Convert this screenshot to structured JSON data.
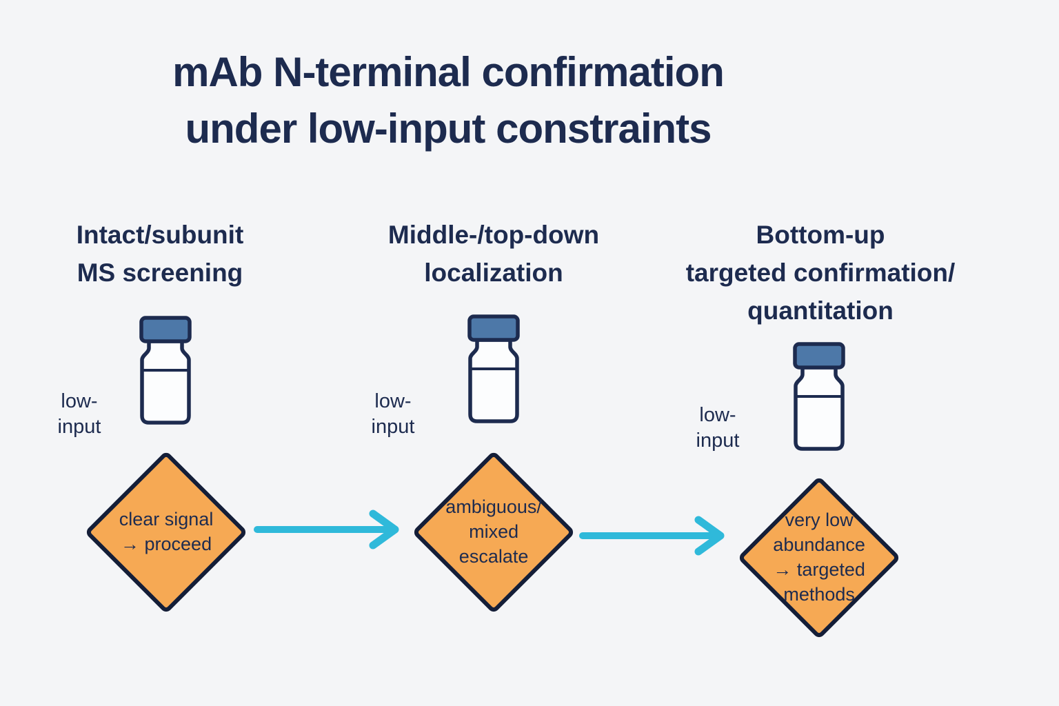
{
  "title": "mAb N-terminal confirmation\nunder low-input constraints",
  "stages": [
    {
      "heading": "Intact/subunit\nMS screening",
      "input_label": "low-\ninput",
      "decision": "clear signal\n→ proceed"
    },
    {
      "heading": "Middle-/top-down\nlocalization",
      "input_label": "low-\ninput",
      "decision": "ambiguous/\nmixed\nescalate"
    },
    {
      "heading": "Bottom-up\ntargeted confirmation/\nquantitation",
      "input_label": "low-\ninput",
      "decision": "very low\nabundance\n→ targeted\nmethods"
    }
  ],
  "icons": {
    "vial": "sample-vial-icon",
    "arrow": "arrow-right-icon"
  },
  "colors": {
    "background": "#f4f5f7",
    "ink": "#1d2b4f",
    "diamond-fill": "#f6a954",
    "diamond-border": "#141e38",
    "arrow": "#2fb9da",
    "vial-cap": "#4d78a8",
    "vial-body": "#fcfdfe"
  }
}
